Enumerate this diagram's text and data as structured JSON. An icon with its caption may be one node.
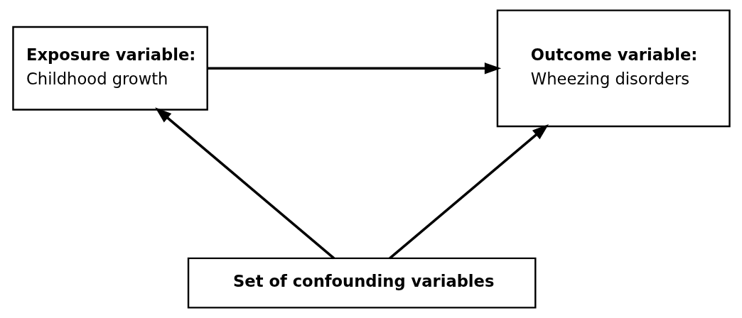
{
  "diagram": {
    "nodes": [
      {
        "text": [
          "Exposure variable:",
          "Childhood growth"
        ]
      },
      {
        "text": [
          "Outcome variable:",
          "Wheezing disorders"
        ]
      },
      {
        "text": [
          "Set of confounding variables"
        ]
      }
    ],
    "edges": [
      {
        "from": 0,
        "to": 1,
        "arrow": "to"
      },
      {
        "from": 2,
        "to": 0,
        "arrow": "to"
      },
      {
        "from": 2,
        "to": 1,
        "arrow": "to"
      }
    ]
  }
}
